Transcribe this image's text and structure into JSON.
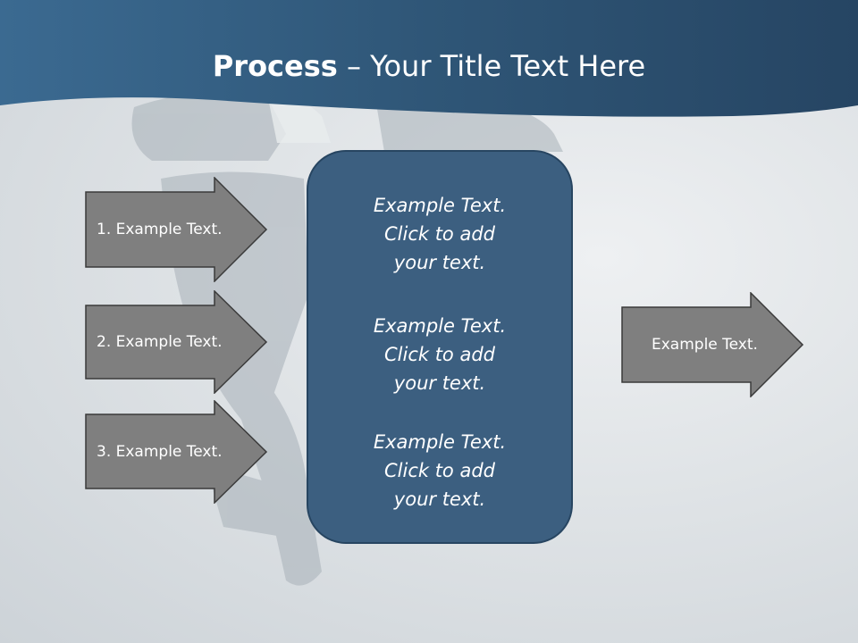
{
  "slide": {
    "title_bold": "Process",
    "title_rest": " – Your Title Text Here"
  },
  "input_arrows": [
    {
      "label": "1. Example Text."
    },
    {
      "label": "2. Example Text."
    },
    {
      "label": "3. Example Text."
    }
  ],
  "center_panel": {
    "blocks": [
      {
        "line1": "Example Text.",
        "line2": "Click  to add",
        "line3": "your text."
      },
      {
        "line1": "Example Text.",
        "line2": "Click  to add",
        "line3": "your text."
      },
      {
        "line1": "Example Text.",
        "line2": "Click  to add",
        "line3": "your text."
      }
    ]
  },
  "output_arrow": {
    "label": "Example Text."
  },
  "colors": {
    "header": "#2c5270",
    "panel": "#3c5f80",
    "arrow_fill": "#7f7f7f",
    "arrow_outline": "#3a3a3a"
  }
}
